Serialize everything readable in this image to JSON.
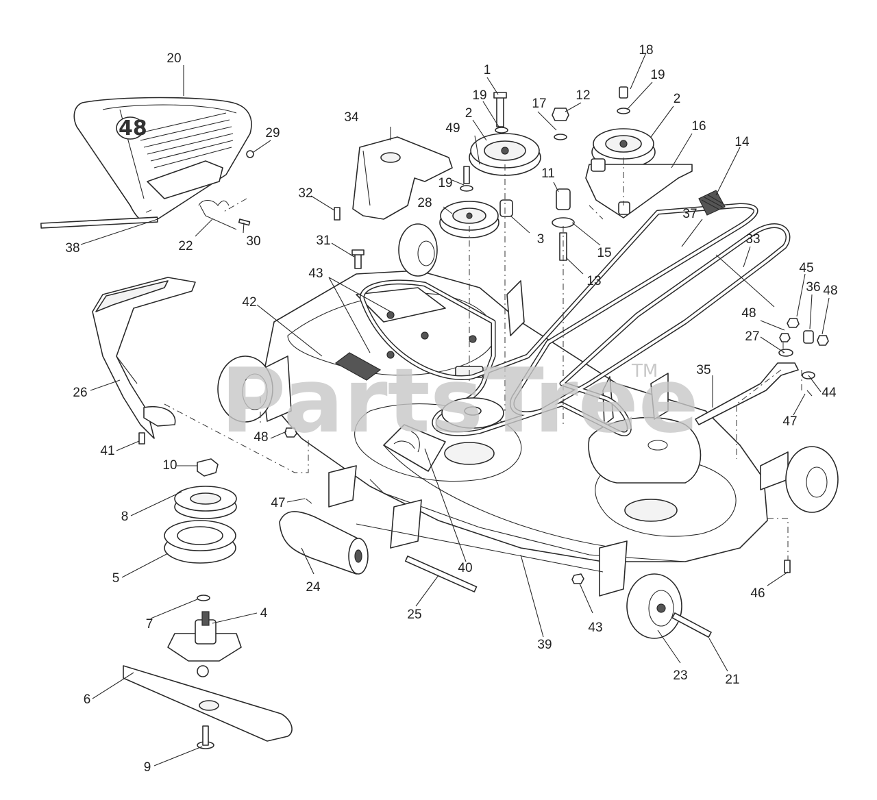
{
  "watermark": {
    "text": "PartsTree",
    "trademark": "TM"
  },
  "deflector_badge": "48",
  "callouts": {
    "c1": "1",
    "c2a": "2",
    "c2b": "2",
    "c3": "3",
    "c4": "4",
    "c5": "5",
    "c6": "6",
    "c7": "7",
    "c8": "8",
    "c9": "9",
    "c10": "10",
    "c11": "11",
    "c12": "12",
    "c13": "13",
    "c14": "14",
    "c15": "15",
    "c16": "16",
    "c17": "17",
    "c18": "18",
    "c19a": "19",
    "c19b": "19",
    "c19c": "19",
    "c20": "20",
    "c21": "21",
    "c22": "22",
    "c23": "23",
    "c24": "24",
    "c25": "25",
    "c26": "26",
    "c27": "27",
    "c28": "28",
    "c29": "29",
    "c30": "30",
    "c31": "31",
    "c32": "32",
    "c33": "33",
    "c34": "34",
    "c35": "35",
    "c36": "36",
    "c37": "37",
    "c38": "38",
    "c39": "39",
    "c40": "40",
    "c41": "41",
    "c42": "42",
    "c43a": "43",
    "c43b": "43",
    "c44": "44",
    "c45": "45",
    "c46": "46",
    "c47a": "47",
    "c47b": "47",
    "c48a": "48",
    "c48b": "48",
    "c48c": "48",
    "c49": "49"
  }
}
